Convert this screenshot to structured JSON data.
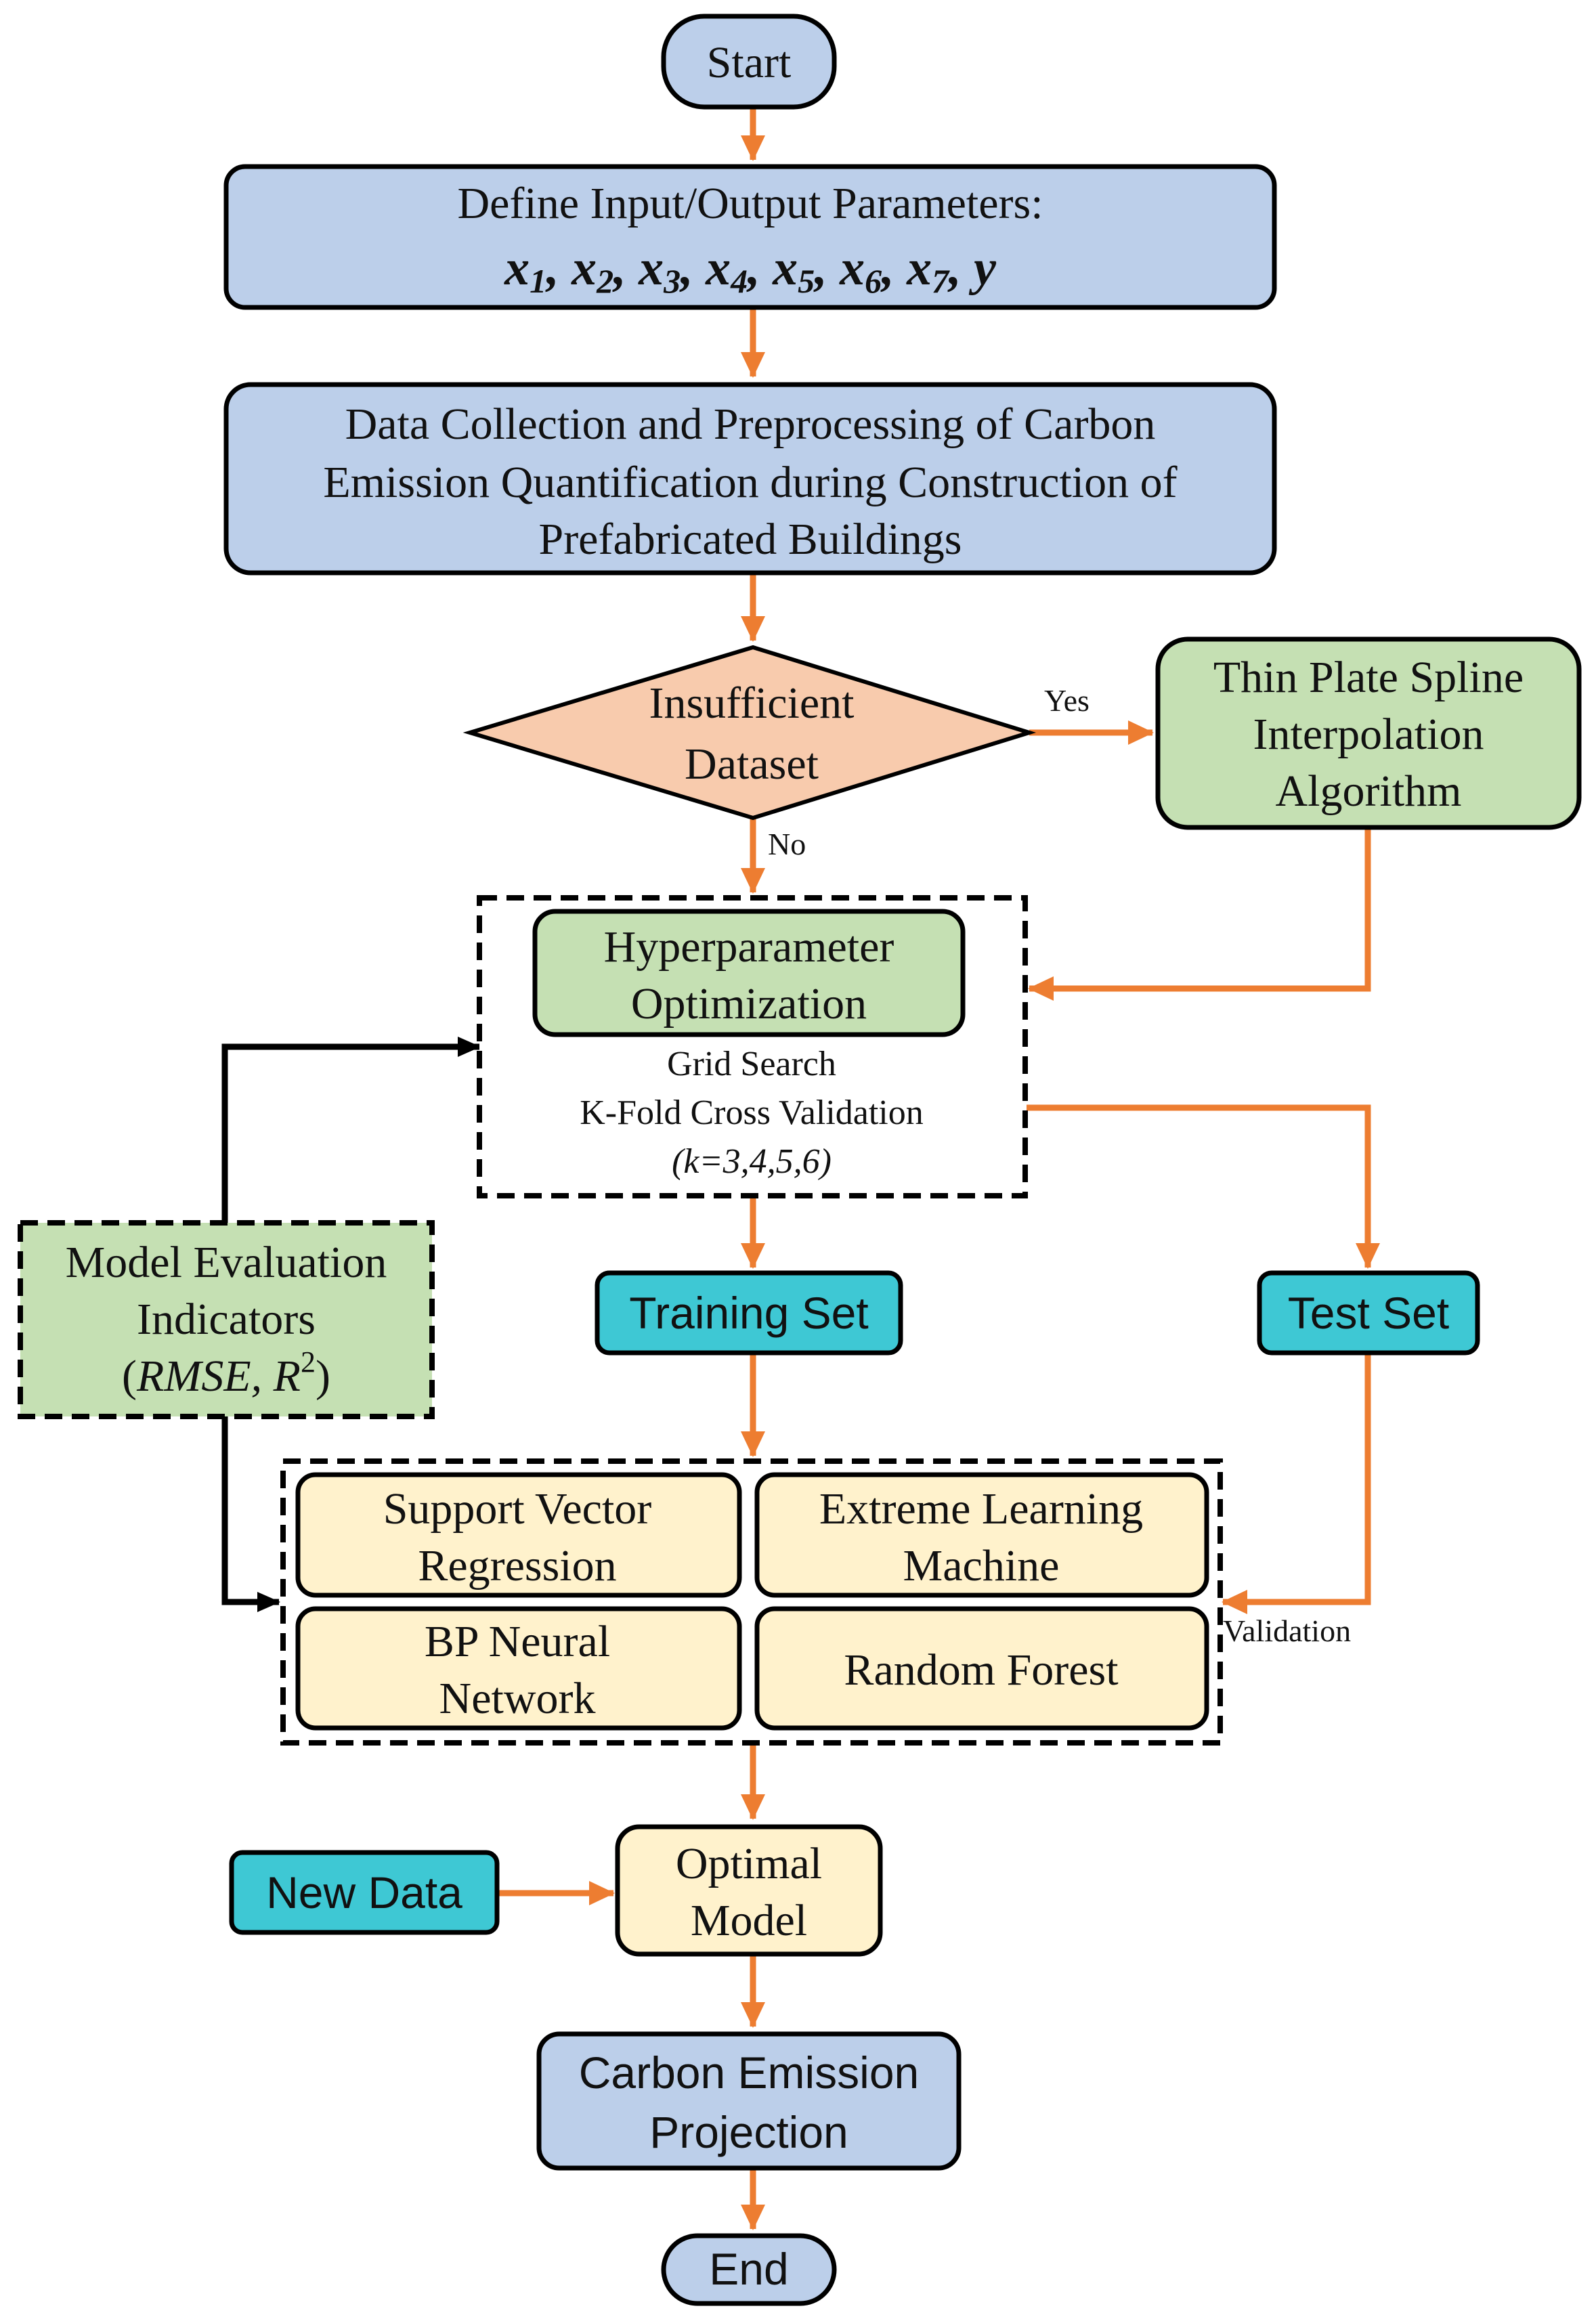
{
  "colors": {
    "blue_fill": "#bccfea",
    "green_fill": "#c5e0b3",
    "orange_fill": "#f8cbad",
    "yellow_fill": "#fff2cc",
    "teal_fill": "#3ec8d4",
    "arrow_orange": "#ed7d31",
    "arrow_black": "#000000",
    "border": "#000000"
  },
  "nodes": {
    "start": "Start",
    "define_params": {
      "line1": "Define Input/Output Parameters:",
      "variables": [
        "x1",
        "x2",
        "x3",
        "x4",
        "x5",
        "x6",
        "x7",
        "y"
      ]
    },
    "data_collection": {
      "line1": "Data Collection and Preprocessing of Carbon",
      "line2": "Emission Quantification during Construction of",
      "line3": "Prefabricated Buildings"
    },
    "decision": {
      "line1": "Insufficient",
      "line2": "Dataset"
    },
    "tps": {
      "line1": "Thin Plate Spline",
      "line2": "Interpolation",
      "line3": "Algorithm"
    },
    "hyperparameter": {
      "line1": "Hyperparameter",
      "line2": "Optimization",
      "method1": "Grid Search",
      "method2": "K-Fold Cross Validation",
      "k_values": "(k=3,4,5,6)"
    },
    "evaluation": {
      "line1": "Model Evaluation",
      "line2": "Indicators",
      "line3_prefix": "(",
      "line3_metric": "RMSE, R",
      "line3_sup": "2",
      "line3_suffix": ")"
    },
    "training_set": "Training Set",
    "test_set": "Test Set",
    "models": {
      "svr": {
        "line1": "Support Vector",
        "line2": "Regression"
      },
      "elm": {
        "line1": "Extreme Learning",
        "line2": "Machine"
      },
      "bpnn": {
        "line1": "BP Neural",
        "line2": "Network"
      },
      "rf": "Random Forest"
    },
    "new_data": "New Data",
    "optimal_model": {
      "line1": "Optimal",
      "line2": "Model"
    },
    "projection": {
      "line1": "Carbon Emission",
      "line2": "Projection"
    },
    "end": "End"
  },
  "edge_labels": {
    "yes": "Yes",
    "no": "No",
    "validation": "Validation"
  }
}
